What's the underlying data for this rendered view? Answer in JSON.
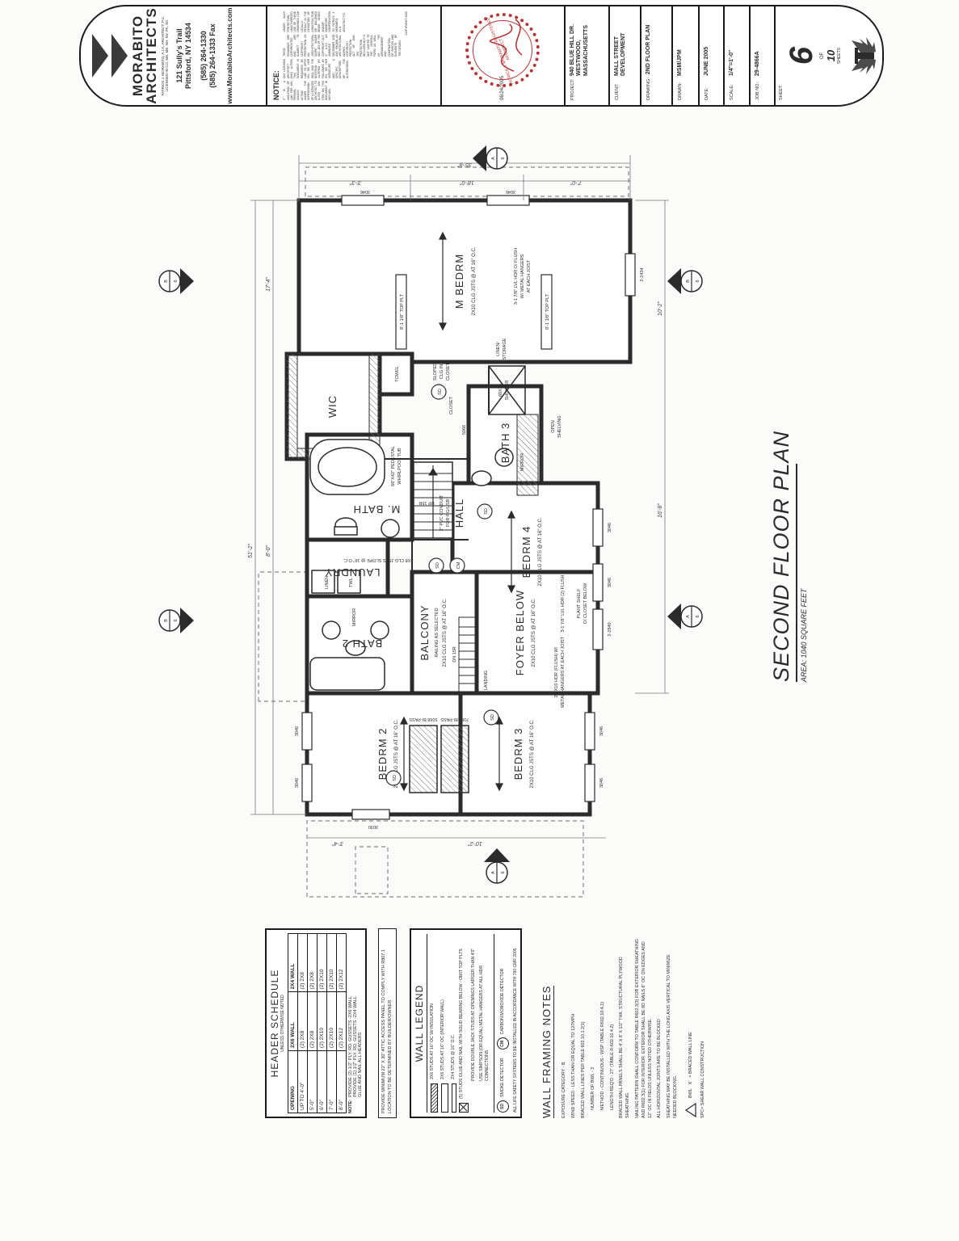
{
  "colors": {
    "ink": "#2b2b2b",
    "stamp_red": "#b63434",
    "paper": "#fbfbfa"
  },
  "firm": {
    "name_line1": "MORABITO",
    "name_line2": "ARCHITECTS",
    "credential": "PATRICK J. MORABITO, A.I.A. ARCHITECT, P.C.",
    "licensed": "LICENSED IN CO, MA, ME, NH, NY, PA, SC",
    "address_line1": "121 Sully's Trail",
    "address_line2": "Pittsford, NY 14534",
    "phone": "(585) 264-1330",
    "fax": "(585) 264-1333 Fax",
    "website": "www.MorabitoArchitects.com"
  },
  "notice": {
    "label": "NOTICE:",
    "col1": "IT IS A VIOLATION OF LAW FOR ANY PERSON, UNLESS ACTING UNDER THE SUPERVISION OF A LICENSED ARCHITECT, TO ALTER ANY ITEM ON THIS DOCUMENT IN ANY WAY.",
    "col2": "ANY LICENSED ARCHITECT WHO ALTERS THIS DOCUMENT IS REQUIRED BY LAW TO AFFIX HIS OR HER SEAL AND THE NOTATION 'ALTERED BY' FOLLOWED BY HIS OR HER SIGNATURE AND A SPECIFIC DESCRIPTION OF THE ALTERATIONS.",
    "col3": "THESE DRAWINGS ARE COPYRIGHTED AND ARE SUBJECT TO COPYRIGHT PROTECTION AS AN 'ARCHITECTURAL WORK' UNDER SEC. 102 OF THE COPYRIGHT ACT, 17 U.S.C. AS AMENDED DECEMBER 1990 AND KNOWN AS ARCHITECTURAL WORKS COPYRIGHT PROTECTION ACT OF 1990. THE PROTECTION INCLUDES BUT IS NOT LIMITED TO THE OVERALL FORM AS WELL AS THE ARRANGEMENT AND COMPOSITION OF SPACES AND ELEMENTS OF THE DESIGN.",
    "col4": "UNDER SUCH PROTECTION, UNAUTHORIZED USE OF THESE DRAWINGS CAN LEGALLY RESULT IN THE CESSATION OF CONSTRUCTION OR BUILDINGS BEING SEIZED AND/OR MONETARY COMPENSATION TO PATRICK J. MORABITO, A.I.A. ARCHITECT P.C.",
    "copyright": "COPYRIGHT 2005"
  },
  "stamp": {
    "date": "06/24/2005",
    "seal_text": "PATRICK J. MORABITO REGISTERED ARCHITECT"
  },
  "fields": {
    "project_label": "PROJECT:",
    "project_value1": "940 BLUE HILL DR.",
    "project_value2": "WESTWOOD, MASSACHUSETTS",
    "client_label": "CLIENT:",
    "client_value": "MALL STREET DEVELOPMENT",
    "drawing_label": "DRAWING:",
    "drawing_value": "2ND FLOOR PLAN",
    "drawn_label": "DRAWN:",
    "drawn_value": "MSM/JPM",
    "date_label": "DATE:",
    "date_value": "JUNE 2005",
    "scale_label": "SCALE:",
    "scale_value": "1/4\"=1'-0\"",
    "job_label": "JOB NO.:",
    "job_value": "29-4866A",
    "sheet_label": "SHEET:",
    "sheet_number": "6",
    "sheet_of": "OF",
    "sheet_total": "10",
    "sheet_word": "SHEETS"
  },
  "plan_title": {
    "title": "SECOND FLOOR PLAN",
    "area": "AREA: 1040 SQUARE FEET"
  },
  "plan": {
    "rooms": {
      "mbedrm": "M BEDRM",
      "wic": "WIC",
      "mbath": "M. BATH",
      "bath3": "BATH 3",
      "hall": "HALL",
      "bedrm4": "BEDRM 4",
      "laundry": "LAUNDRY",
      "bath2": "BATH 2",
      "balcony": "BALCONY",
      "foyer": "FOYER BELOW",
      "bedrm2": "BEDRM 2",
      "bedrm3": "BEDRM 3",
      "towel": "TOWEL"
    },
    "joists": "2X10 CLG JSTS @ AT 16\" O.C.",
    "joists8": "2X8 CLG JSTS SLOPE @ 16\" O.C.",
    "labels": {
      "top_plt": "8'-1 1/8\" TOP PLT",
      "lvl_hdr_1": "3-1 7/8\" LVL HDR O/ FLUSH",
      "lvl_hdr_2": "W/ METAL HANGERS",
      "lvl_hdr_3": "AT EACH JOIST",
      "hdr_flush_1": "2-2X10 HDR (FLUSH) W/",
      "hdr_flush_2": "METAL HANGERS AT EACH JOIST",
      "lvl2": "3-1 7/8\" LVL HDR (2) FLUSH",
      "plant_shelf_1": "PLANT SHELF",
      "plant_shelf_2": "O/ CLOSET BELOW",
      "railing": "RAILING AS SELECTED",
      "up": "UP 15R",
      "dn": "DN 15R",
      "landing": "LANDING",
      "sd": "SD",
      "cm": "CM",
      "mirror": "MIRROR",
      "tub_1": "66\"X42\" PEDESTAL",
      "tub_2": "WHIRLPOOL TUB",
      "conduit_1": "2\" PVC CONDUIT",
      "conduit_2": "FOR RG/USB",
      "shower_1": "60X30",
      "shower_2": "SHOWER",
      "linen_storage_1": "LINEN/",
      "linen_storage_2": "STORAGE",
      "open_shelving_1": "OPEN",
      "open_shelving_2": "SHELVING",
      "sloped_1": "SLOPED",
      "sloped_2": "CLG IN",
      "sloped_3": "CLOSET",
      "closet": "CLOSET",
      "linen": "LINEN",
      "twl": "TWL"
    },
    "windows": {
      "w3046": "3046",
      "w2434": "2-2434",
      "w2840": "2-2840",
      "w3030": "3030",
      "w5066": "5066",
      "bipass5068": "5068 BI-PASS",
      "bipass7068": "7068 BI-PASS"
    },
    "dims": {
      "d35_8": "35'-8\"",
      "d18_0": "18'-0\"",
      "d17_4": "17'-4\"",
      "d51_2": "51'-2\"",
      "d16_8": "16'-8\"",
      "d10_2": "10'-2\"",
      "d3_3": "3'-3\"",
      "d3_4": "3'-4\"",
      "d7_0": "7'-0\"",
      "d8_0": "8'-0\""
    },
    "markers": {
      "a": "A",
      "b": "B",
      "sheet": "6"
    }
  },
  "header_schedule": {
    "title": "HEADER SCHEDULE",
    "subtitle": "UNLESS OTHERWISE NOTED",
    "col_opening": "OPENING",
    "col_2x6": "2X6 WALL",
    "col_2x4": "2X4 WALL",
    "rows": [
      {
        "opening": "UP TO 4'-0\"",
        "w2x6": "(2) 2X8",
        "w2x4": "(2) 2X8"
      },
      {
        "opening": "5'-0\"",
        "w2x6": "(2) 2X8",
        "w2x4": "(2) 2X8"
      },
      {
        "opening": "6'-0\"",
        "w2x6": "(2) 2X10",
        "w2x4": "(2) 2X10"
      },
      {
        "opening": "7'-0\"",
        "w2x6": "(2) 2X10",
        "w2x4": "(2) 2X10"
      },
      {
        "opening": "8'-0\"",
        "w2x6": "(2) 2X12",
        "w2x4": "(2) 2X12"
      }
    ],
    "note_label": "NOTE:",
    "note1": "PROVIDE (2) 1/2\" PLY. RD. GUSSETS -2X6 WALL",
    "note2": "PROVIDE (1) 1/2\" PLY. RD. GUSSETS -2X4 WALL",
    "note3": "GLUE AND NAIL ALL HEADERS"
  },
  "attic_note": "PROVIDE MINIMUM 22\" X 30\" ATTIC ACCESS PANEL TO COMPLY WITH R807.1 LOCATION TO BE DETERMINED BY BUILDER/OWNER",
  "wall_legend": {
    "title": "WALL LEGEND",
    "item1": "2X6 STUDS AT 16\" OC W/ INSULATION",
    "item2": "2X6 STUDS AT 16\" OC (INTERIOR WALL)",
    "item3": "2X4 STUDS @ 16\" O.C.",
    "item4": "(5) STUDS GLUE AND NAIL WITH SOLID BEARING BELOW - OMIT TOP PLTS",
    "item5": "PROVIDE DOUBLE JACK STUDS AT OPENINGS LARGER THAN 4'0\"",
    "item6": "USE SIMPSON (OR EQUAL) METAL HANGERS AT ALL HDR CONNECTIONS",
    "sd_symbol": "SD",
    "sd_label": "SMOKE DETECTOR",
    "cm_symbol": "CM",
    "cm_label": "CARBON MONOXIDE DETECTOR",
    "footer": "ALL LIFE SAFETY SYSTEMS TO BE INSTALLED IN ACCORDANCE WITH 780 CMR 2005"
  },
  "framing_notes": {
    "title": "WALL FRAMING NOTES",
    "line1": "EXPOSURE CATEGORY - B",
    "line2": "WIND SPEED - LESS THAN OR EQUAL TO 127MPH",
    "line3": "BRACED WALL LINES PER TABLE 602.10.1.2(1)",
    "line4a": "NUMBER OF BWL - 3",
    "line4b": "METHOD - CONTINUOUS - WSP (TABLE R602.10.4.1)",
    "line4c": "LENGTH REQ'D - 27' (TABLE R-602.10.4.2)",
    "line5": "BRACED WALL PANELS SHALL BE 4' X 8' X 1/2\" THK. STRUCTURAL PLYWOOD SHEATHING.",
    "line6": "NAILING PATTERN SHALL CONFORM TO TABLE R602.3(3) FOR EXTERIOR SHEATHING AND R602.3(1) FOR INTERIOR. EXTERIOR SHALL BE 8D NAILS 6\" OC ON EDGES AND 12\" OC IN FIELDS UNLESS NOTED OTHERWISE.",
    "line7": "ALL HORIZONTAL JOINTS ARE TO BE BLOCKED",
    "line8": "SHEATHING MAY BE INSTALLED WITH THE LONG AXIS VERTICAL TO MINIMIZE NEEDED BLOCKING.",
    "bwl_label": "BWL",
    "bwl_x": "X",
    "bwl_note": "= BRACED WALL LINE",
    "spc_note": "SPC= SHEAR WALL CONSTRUCTION"
  }
}
